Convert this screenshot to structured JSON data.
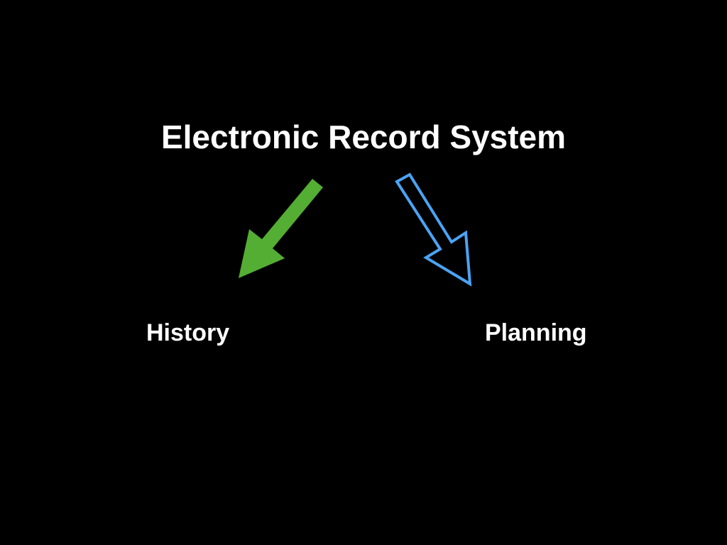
{
  "title": "Electronic Record System",
  "branches": [
    {
      "label": "History",
      "arrow_style": "filled",
      "color": "#53ae33"
    },
    {
      "label": "Planning",
      "arrow_style": "outline",
      "color": "#4ba3f3"
    }
  ]
}
